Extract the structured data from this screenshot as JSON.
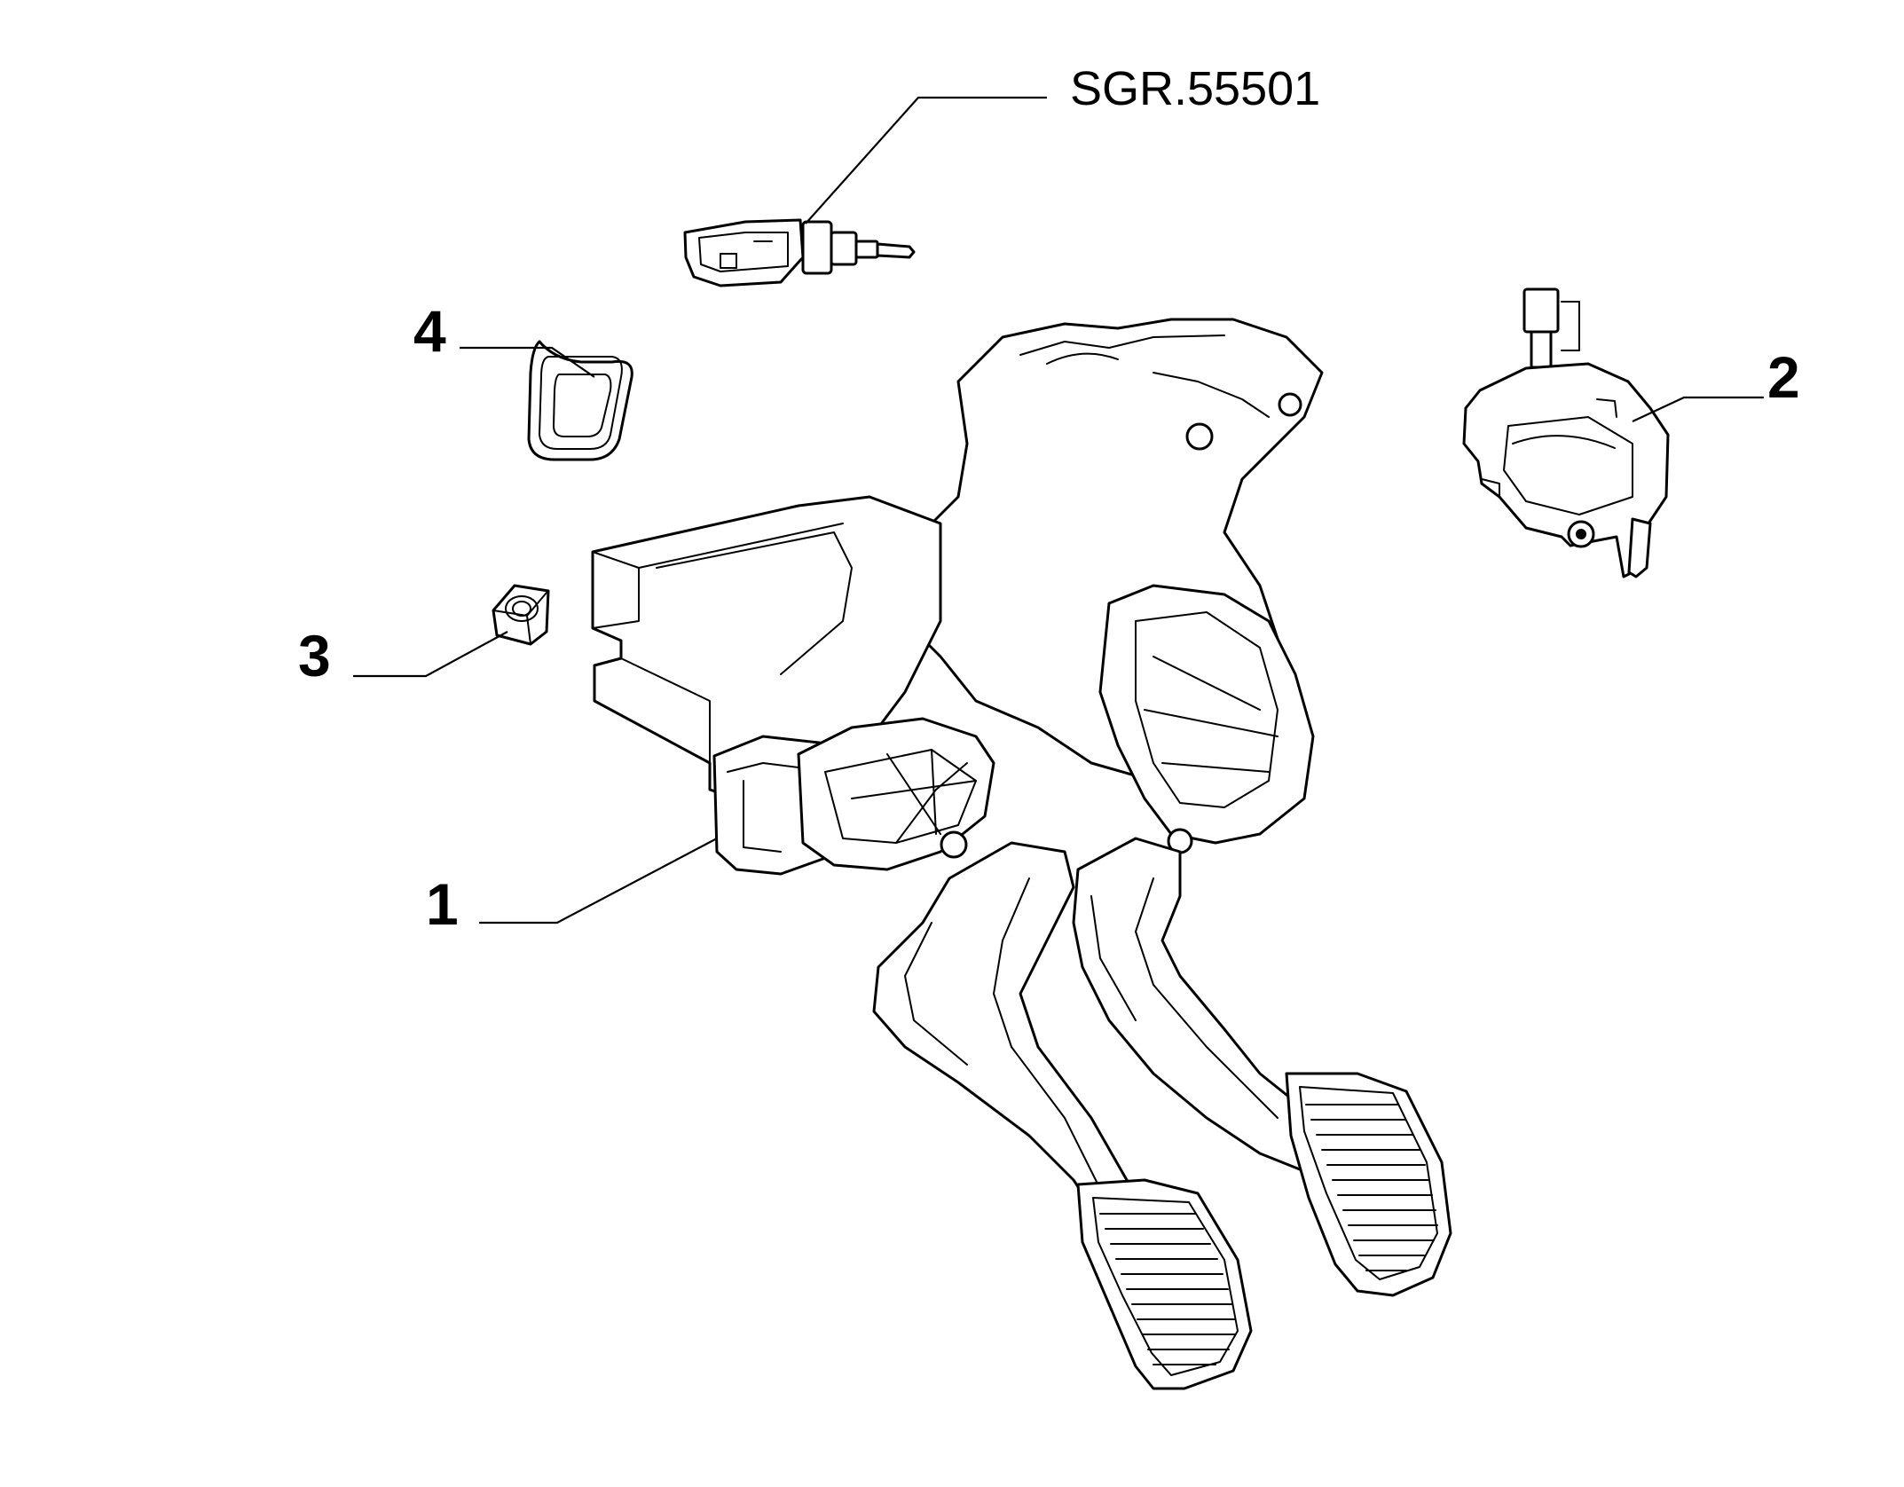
{
  "callouts": {
    "ref": "SGR.55501",
    "c1": "1",
    "c2": "2",
    "c3": "3",
    "c4": "4"
  },
  "colors": {
    "line": "#000000",
    "background": "#ffffff"
  }
}
